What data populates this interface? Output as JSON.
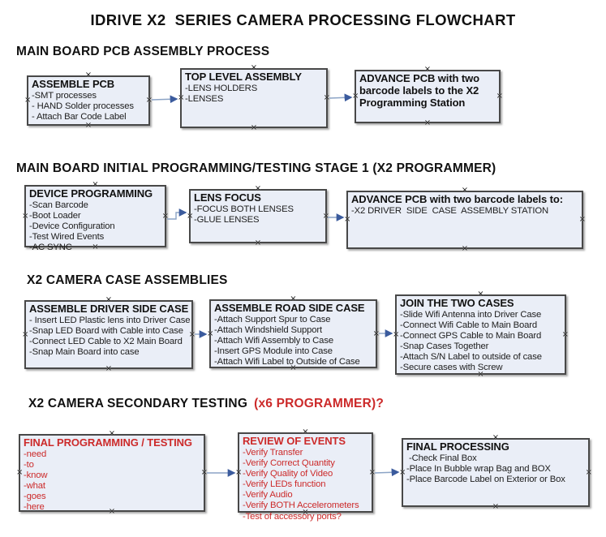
{
  "title": "IDRIVE X2  SERIES CAMERA PROCESSING FLOWCHART",
  "icons": {
    "connection_handle": "×",
    "arrowhead": "right-arrow"
  },
  "colors": {
    "box_fill": "#eaeef7",
    "box_border": "#484848",
    "connector_line": "#8ca4c6",
    "arrowhead": "#3b5b9d",
    "text_black": "#111111",
    "text_red": "#cc2a2a",
    "background": "#ffffff"
  },
  "sections": [
    {
      "heading": "MAIN BOARD PCB ASSEMBLY PROCESS",
      "boxes": [
        {
          "title": "ASSEMBLE PCB",
          "items": [
            "-SMT processes",
            "- HAND Solder processes",
            "- Attach Bar Code Label"
          ]
        },
        {
          "title": "TOP LEVEL ASSEMBLY",
          "items": [
            "-LENS HOLDERS",
            "-LENSES"
          ]
        },
        {
          "title": "ADVANCE PCB with two barcode labels to the X2 Programming Station",
          "items": []
        }
      ]
    },
    {
      "heading": "MAIN BOARD INITIAL PROGRAMMING/TESTING STAGE 1 (X2 PROGRAMMER)",
      "boxes": [
        {
          "title": "DEVICE PROGRAMMING",
          "items": [
            "-Scan Barcode",
            "-Boot Loader",
            "-Device Configuration",
            "-Test Wired Events",
            "-AC SYNC"
          ]
        },
        {
          "title": "LENS FOCUS",
          "items": [
            "-FOCUS BOTH LENSES",
            "-GLUE LENSES"
          ]
        },
        {
          "title": "ADVANCE PCB with two barcode labels to:",
          "items": [
            "-X2 DRIVER  SIDE  CASE  ASSEMBLY STATION"
          ]
        }
      ]
    },
    {
      "heading": "X2 CAMERA CASE ASSEMBLIES",
      "boxes": [
        {
          "title": "ASSEMBLE DRIVER SIDE CASE",
          "items": [
            "- Insert LED Plastic lens into Driver Case",
            "-Snap LED Board with Cable into Case",
            "-Connect LED Cable to X2 Main Board",
            "-Snap Main Board into case"
          ]
        },
        {
          "title": "ASSEMBLE ROAD SIDE CASE",
          "items": [
            "-Attach Support Spur to Case",
            "-Attach Windshield Support",
            "-Attach Wifi Assembly to Case",
            "-Insert GPS Module into Case",
            "-Attach Wifi Label to Outside of Case"
          ]
        },
        {
          "title": "JOIN THE TWO CASES",
          "items": [
            "-Slide Wifi Antenna into Driver Case",
            "-Connect Wifi Cable to Main Board",
            "-Connect GPS Cable to Main Board",
            "-Snap Cases Together",
            "-Attach S/N Label to outside of case",
            "-Secure cases with Screw"
          ]
        }
      ]
    },
    {
      "heading": "X2 CAMERA SECONDARY TESTING",
      "heading_suffix": "(x6 PROGRAMMER)?",
      "boxes": [
        {
          "title": "FINAL PROGRAMMING / TESTING",
          "items": [
            "-need",
            "-to",
            "-know",
            "-what",
            "-goes",
            "-here"
          ]
        },
        {
          "title": "REVIEW OF EVENTS",
          "items": [
            "-Verify Transfer",
            "-Verify Correct Quantity",
            "-Verify Quality of Video",
            "-Verify LEDs function",
            "-Verify Audio",
            "-Verify BOTH Accelerometers",
            "-Test of accessory ports?"
          ]
        },
        {
          "title": "FINAL PROCESSING",
          "items": [
            " -Check Final Box",
            "-Place In Bubble wrap Bag and BOX",
            "-Place Barcode Label on Exterior or Box"
          ]
        }
      ]
    }
  ]
}
